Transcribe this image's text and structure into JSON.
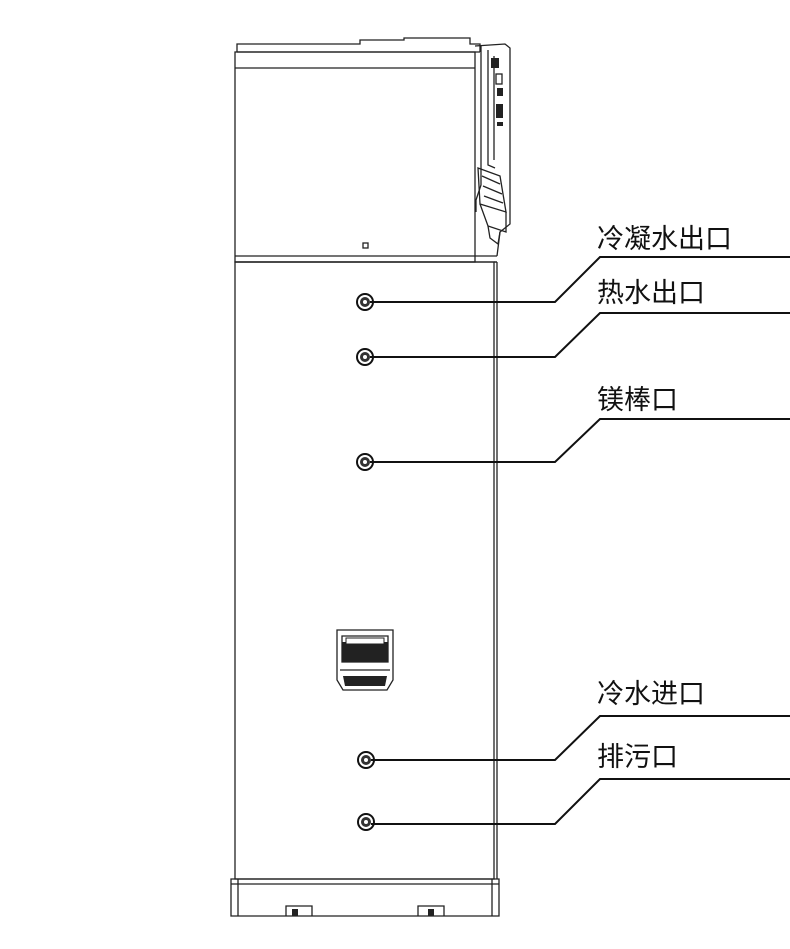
{
  "labels": {
    "condensate_outlet": "冷凝水出口",
    "hot_water_outlet": "热水出口",
    "magnesium_rod_port": "镁棒口",
    "cold_water_inlet": "冷水进口",
    "drain_outlet": "排污口"
  }
}
